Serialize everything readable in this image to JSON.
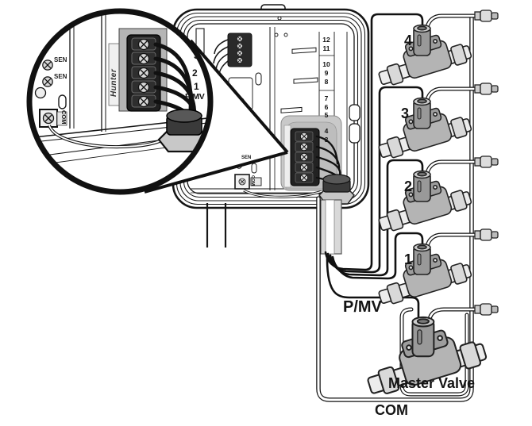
{
  "diagram": {
    "callout": {
      "terminal_labels": [
        "3",
        "2",
        "1",
        "P/MV"
      ],
      "sensor_labels": [
        "SEN",
        "SEN"
      ],
      "common_label": "COM",
      "brand_logo": "Hunter"
    },
    "controller": {
      "station_numbers": [
        "12",
        "11",
        "10",
        "9",
        "8",
        "7",
        "6",
        "5",
        "4",
        "3"
      ],
      "sensor_label": "SEN",
      "common_label": "COM"
    },
    "valves": [
      {
        "number": "4"
      },
      {
        "number": "3"
      },
      {
        "number": "2"
      },
      {
        "number": "1"
      }
    ],
    "master_valve": {
      "label": "Master Valve"
    },
    "wires": {
      "pmv_label": "P/MV",
      "com_label": "COM"
    },
    "colors": {
      "line": "#161616",
      "board_gray": "#b5b5b5",
      "block_dark": "#1f1f1f",
      "pipe_gray": "#ececec",
      "valve_gray": "#b4b4b4",
      "highlight_gray": "#c9c9c9"
    }
  }
}
